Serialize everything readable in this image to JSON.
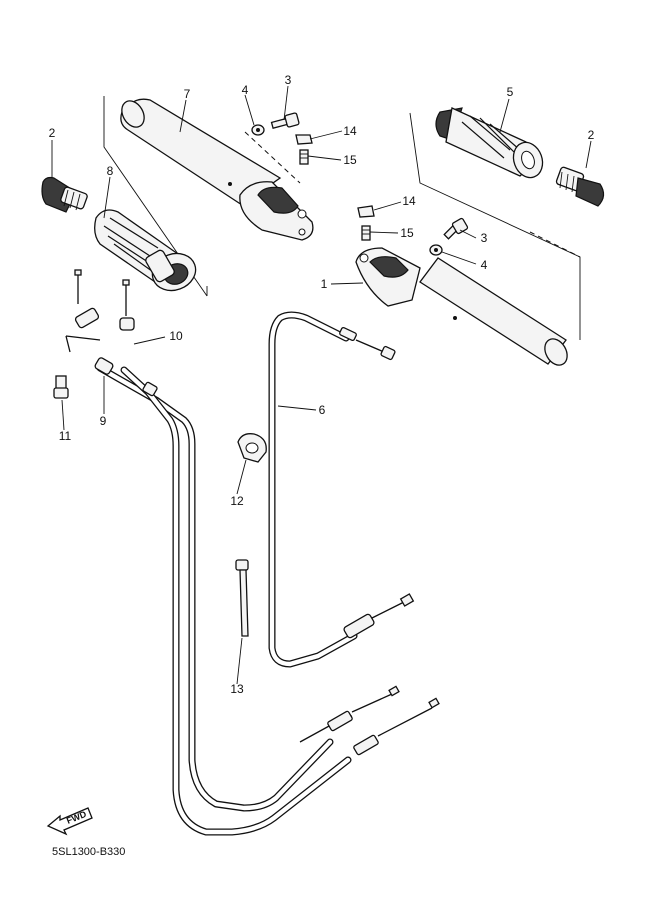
{
  "diagram_code": "5SL1300-B330",
  "fwd_label": "FWD",
  "callouts": [
    {
      "id": "c1",
      "label": "1"
    },
    {
      "id": "c2a",
      "label": "2"
    },
    {
      "id": "c2b",
      "label": "2"
    },
    {
      "id": "c3a",
      "label": "3"
    },
    {
      "id": "c3b",
      "label": "3"
    },
    {
      "id": "c4a",
      "label": "4"
    },
    {
      "id": "c4b",
      "label": "4"
    },
    {
      "id": "c5",
      "label": "5"
    },
    {
      "id": "c6",
      "label": "6"
    },
    {
      "id": "c7",
      "label": "7"
    },
    {
      "id": "c8",
      "label": "8"
    },
    {
      "id": "c9",
      "label": "9"
    },
    {
      "id": "c10",
      "label": "10"
    },
    {
      "id": "c11",
      "label": "11"
    },
    {
      "id": "c12",
      "label": "12"
    },
    {
      "id": "c13",
      "label": "13"
    },
    {
      "id": "c14a",
      "label": "14"
    },
    {
      "id": "c14b",
      "label": "14"
    },
    {
      "id": "c15a",
      "label": "15"
    },
    {
      "id": "c15b",
      "label": "15"
    }
  ]
}
